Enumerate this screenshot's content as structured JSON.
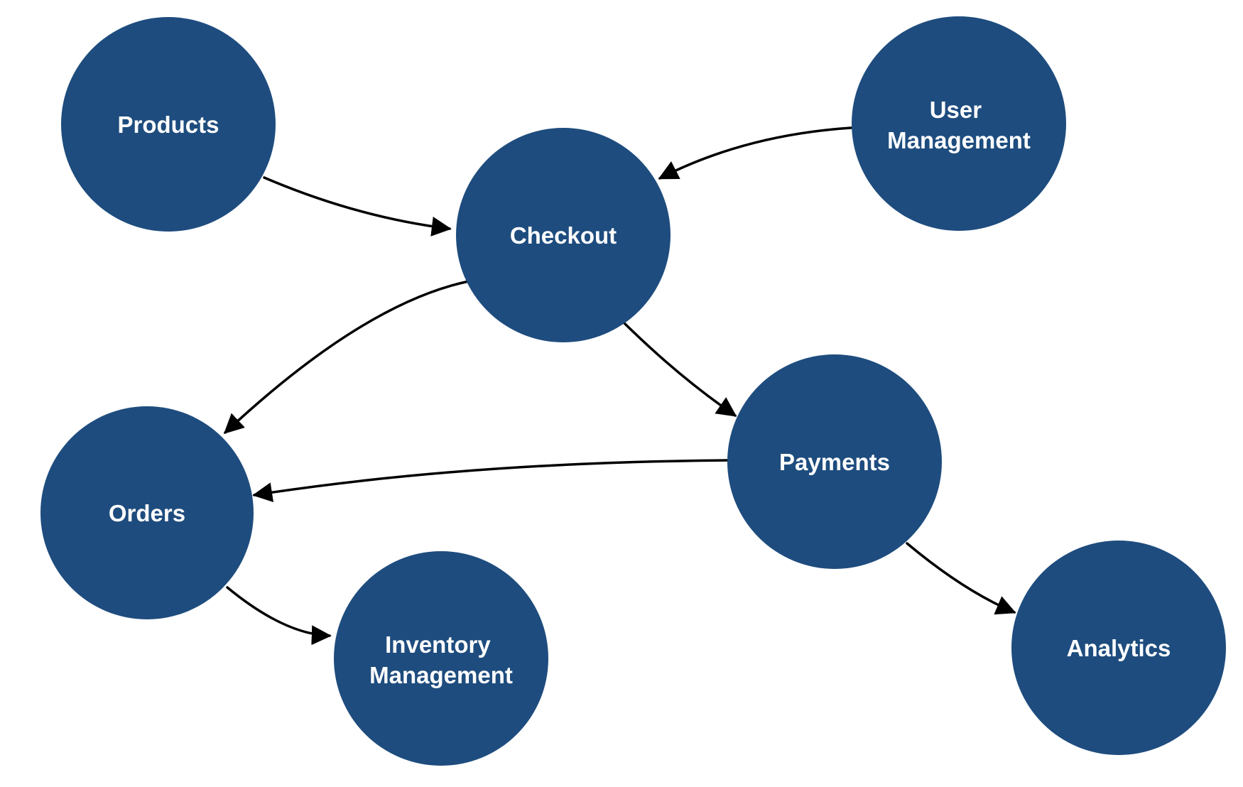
{
  "diagram": {
    "type": "directed-graph",
    "background_color": "#FFFFFF",
    "node_fill_color": "#1E4C7E",
    "node_text_color": "#FFFFFF",
    "edge_color": "#000000",
    "nodes": [
      {
        "id": "products",
        "label": "Products",
        "lines": [
          "Products"
        ]
      },
      {
        "id": "user-management",
        "label": "User Management",
        "lines": [
          "User",
          "Management"
        ]
      },
      {
        "id": "checkout",
        "label": "Checkout",
        "lines": [
          "Checkout"
        ]
      },
      {
        "id": "payments",
        "label": "Payments",
        "lines": [
          "Payments"
        ]
      },
      {
        "id": "orders",
        "label": "Orders",
        "lines": [
          "Orders"
        ]
      },
      {
        "id": "inventory-management",
        "label": "Inventory Management",
        "lines": [
          "Inventory",
          "Management"
        ]
      },
      {
        "id": "analytics",
        "label": "Analytics",
        "lines": [
          "Analytics"
        ]
      }
    ],
    "edges": [
      {
        "from": "Products",
        "to": "Checkout",
        "directed": true
      },
      {
        "from": "User Management",
        "to": "Checkout",
        "directed": true
      },
      {
        "from": "Checkout",
        "to": "Orders",
        "directed": true
      },
      {
        "from": "Checkout",
        "to": "Payments",
        "directed": true
      },
      {
        "from": "Payments",
        "to": "Orders",
        "directed": true
      },
      {
        "from": "Orders",
        "to": "Inventory Management",
        "directed": true
      },
      {
        "from": "Payments",
        "to": "Analytics",
        "directed": true
      }
    ]
  }
}
